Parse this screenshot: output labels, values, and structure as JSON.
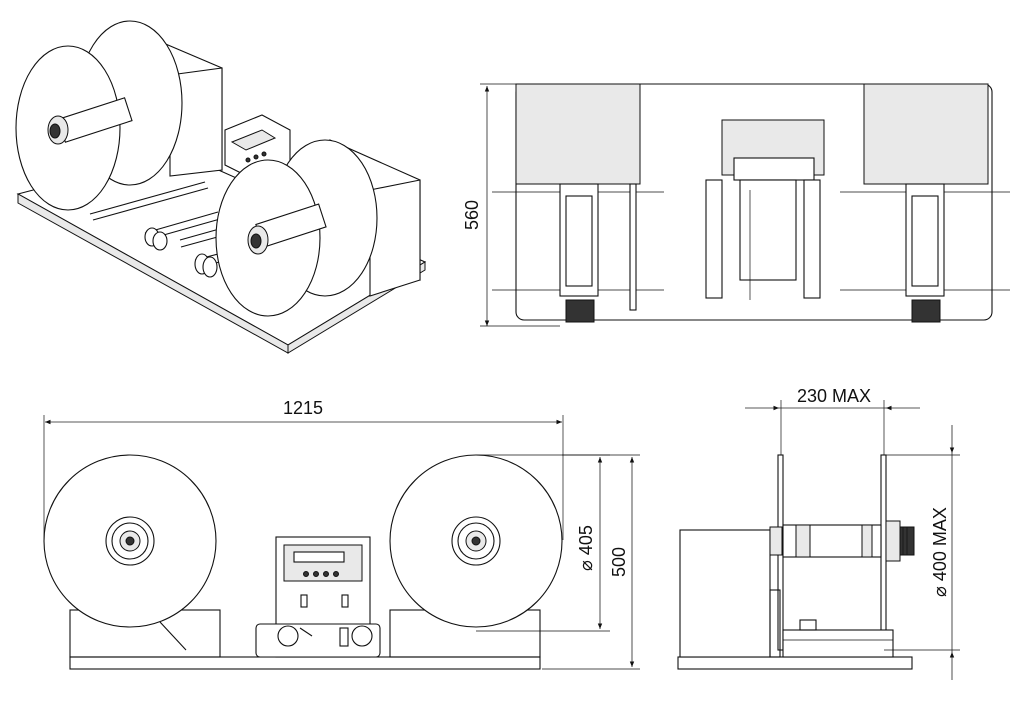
{
  "dimensions": {
    "width_label": "1215",
    "height_label": "500",
    "reel_diameter_label": "⌀ 405",
    "side_height_label": "560",
    "side_width_label": "230 MAX",
    "side_diameter_label": "⌀ 400 MAX"
  },
  "views": [
    "isometric-view",
    "top-view",
    "front-view",
    "side-view"
  ]
}
